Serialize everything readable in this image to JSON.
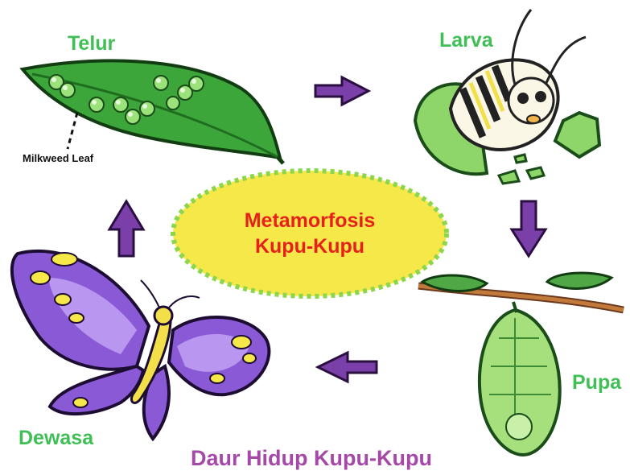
{
  "diagram": {
    "title_line1": "Metamorfosis",
    "title_line2": "Kupu-Kupu",
    "footer": "Daur Hidup Kupu-Kupu",
    "stages": {
      "egg": "Telur",
      "larva": "Larva",
      "pupa": "Pupa",
      "adult": "Dewasa"
    },
    "egg_note": "Milkweed Leaf",
    "colors": {
      "stage_label": "#3fbf56",
      "center_title": "#e8201c",
      "footer": "#a548a8",
      "arrow": "#7a3fa8",
      "oval_fill": "#f7e84a",
      "oval_border": "#8bd64d"
    }
  }
}
